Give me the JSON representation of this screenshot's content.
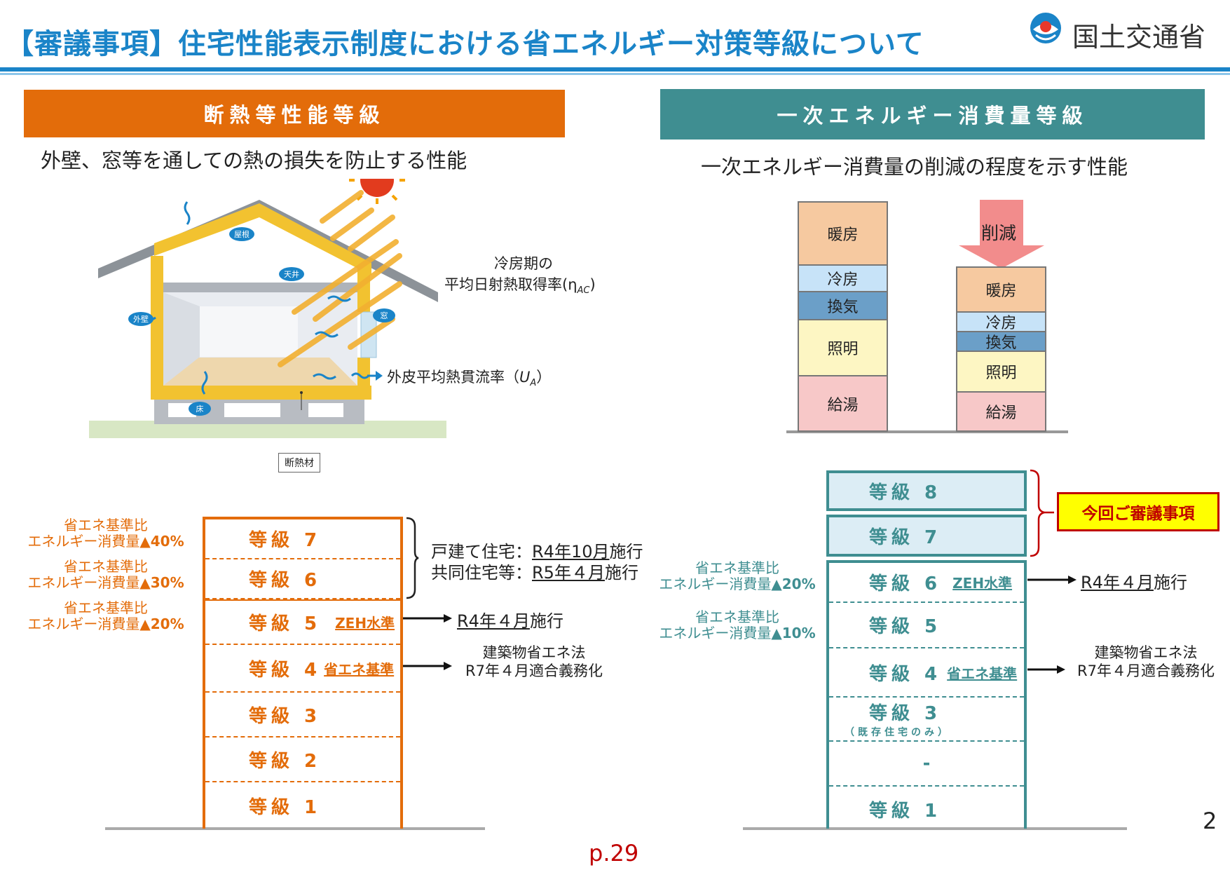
{
  "header": {
    "title": "【審議事項】住宅性能表示制度における省エネルギー対策等級について",
    "logo": "国土交通省"
  },
  "left": {
    "heading": "断熱等性能等級",
    "subtitle": "外壁、窓等を通しての熱の損失を防止する性能",
    "diagram": {
      "tags": {
        "roof": "屋根",
        "ceiling": "天井",
        "wall": "外壁",
        "window": "窓",
        "floor": "床"
      },
      "insulation": "断熱材",
      "eta_label_1": "冷房期の",
      "eta_label_2": "平均日射熱取得率(η",
      "eta_sub": "AC",
      "eta_close": ")",
      "ua_label": "外皮平均熱貫流率（",
      "ua_var": "U",
      "ua_sub": "A",
      "ua_close": "）"
    },
    "grades": [
      "等級 7",
      "等級 6",
      "等級 5",
      "等級 4",
      "等級 3",
      "等級 2",
      "等級 1"
    ],
    "zeh": "ZEH水準",
    "shoene": "省エネ基準",
    "notes": [
      {
        "l1": "省エネ基準比",
        "l2": "エネルギー消費量",
        "pct": "▲40%"
      },
      {
        "l1": "省エネ基準比",
        "l2": "エネルギー消費量",
        "pct": "▲30%"
      },
      {
        "l1": "省エネ基準比",
        "l2": "エネルギー消費量",
        "pct": "▲20%"
      }
    ],
    "enforce": {
      "detached_label": "戸建て住宅：",
      "detached_date": "R4年10月",
      "detached_suffix": "施行",
      "collective_label": "共同住宅等：",
      "collective_date": "R5年４月",
      "collective_suffix": "施行",
      "g5_date": "R4年４月",
      "g5_suffix": "施行",
      "g4_line1": "建築物省エネ法",
      "g4_line2": "R7年４月適合義務化"
    }
  },
  "right": {
    "heading": "一次エネルギー消費量等級",
    "subtitle": "一次エネルギー消費量の削減の程度を示す性能",
    "bars": {
      "reduction": "削減",
      "before": [
        "暖房",
        "冷房",
        "換気",
        "照明",
        "給湯"
      ],
      "after": [
        "暖房",
        "冷房",
        "換気",
        "照明",
        "給湯"
      ],
      "colors": {
        "heating": "#f6c9a0",
        "cooling": "#c7e3f8",
        "ventilation": "#6b9fc8",
        "lighting": "#fdf6c3",
        "hotwater": "#f7c8c8"
      }
    },
    "grades": [
      "等級 8",
      "等級 7",
      "等級 6",
      "等級 5",
      "等級 4",
      "等級 3",
      "-",
      "等級 1"
    ],
    "g3_sub": "（既存住宅のみ）",
    "zeh": "ZEH水準",
    "shoene": "省エネ基準",
    "review": "今回ご審議事項",
    "notes": [
      {
        "l1": "省エネ基準比",
        "l2": "エネルギー消費量",
        "pct": "▲20%"
      },
      {
        "l1": "省エネ基準比",
        "l2": "エネルギー消費量",
        "pct": "▲10%"
      }
    ],
    "enforce": {
      "g6_date": "R4年４月",
      "g6_suffix": "施行",
      "g4_line1": "建築物省エネ法",
      "g4_line2": "R7年４月適合義務化"
    }
  },
  "footer": {
    "page_ref": "p.29",
    "slide_no": "2"
  },
  "colors": {
    "orange": "#e36c0a",
    "teal": "#3f8e91",
    "title_blue": "#1a84c8",
    "review_red": "#c00000",
    "review_bg": "#ffff00"
  }
}
